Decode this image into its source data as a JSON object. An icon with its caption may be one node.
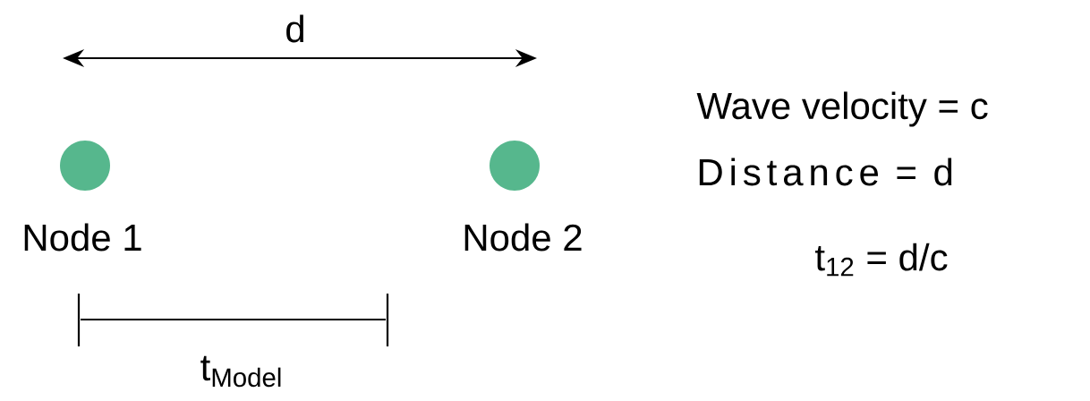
{
  "diagram": {
    "nodes": [
      {
        "text": [
          "Node 1"
        ]
      },
      {
        "text": [
          "Node 2"
        ]
      }
    ],
    "labels": [
      "d",
      "t$_{Model}$",
      "Wave velocity = c",
      "Distance = d",
      "t$_{12}$ = d/c"
    ]
  }
}
